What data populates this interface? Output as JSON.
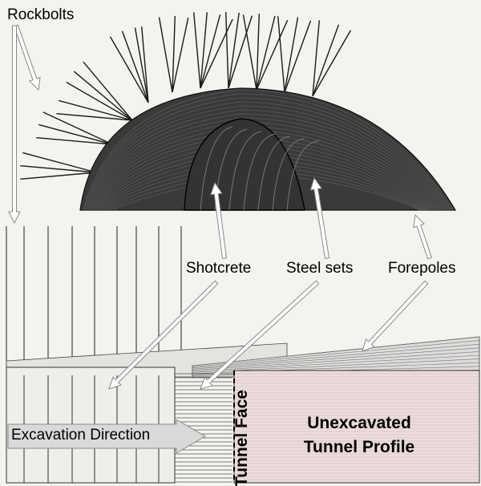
{
  "labels": {
    "rockbolts": "Rockbolts",
    "shotcrete": "Shotcrete",
    "steel_sets": "Steel sets",
    "forepoles": "Forepoles",
    "tunnel_face": "Tunnel Face",
    "unexcavated_line1": "Unexcavated",
    "unexcavated_line2": "Tunnel Profile",
    "excavation_direction": "Excavation  Direction"
  },
  "colors": {
    "background": "#f4f3ef",
    "structure": "#2a2a2a",
    "unexcavated_fill": "#ecdcdc",
    "arrow_fill": "#d9d9d9"
  }
}
